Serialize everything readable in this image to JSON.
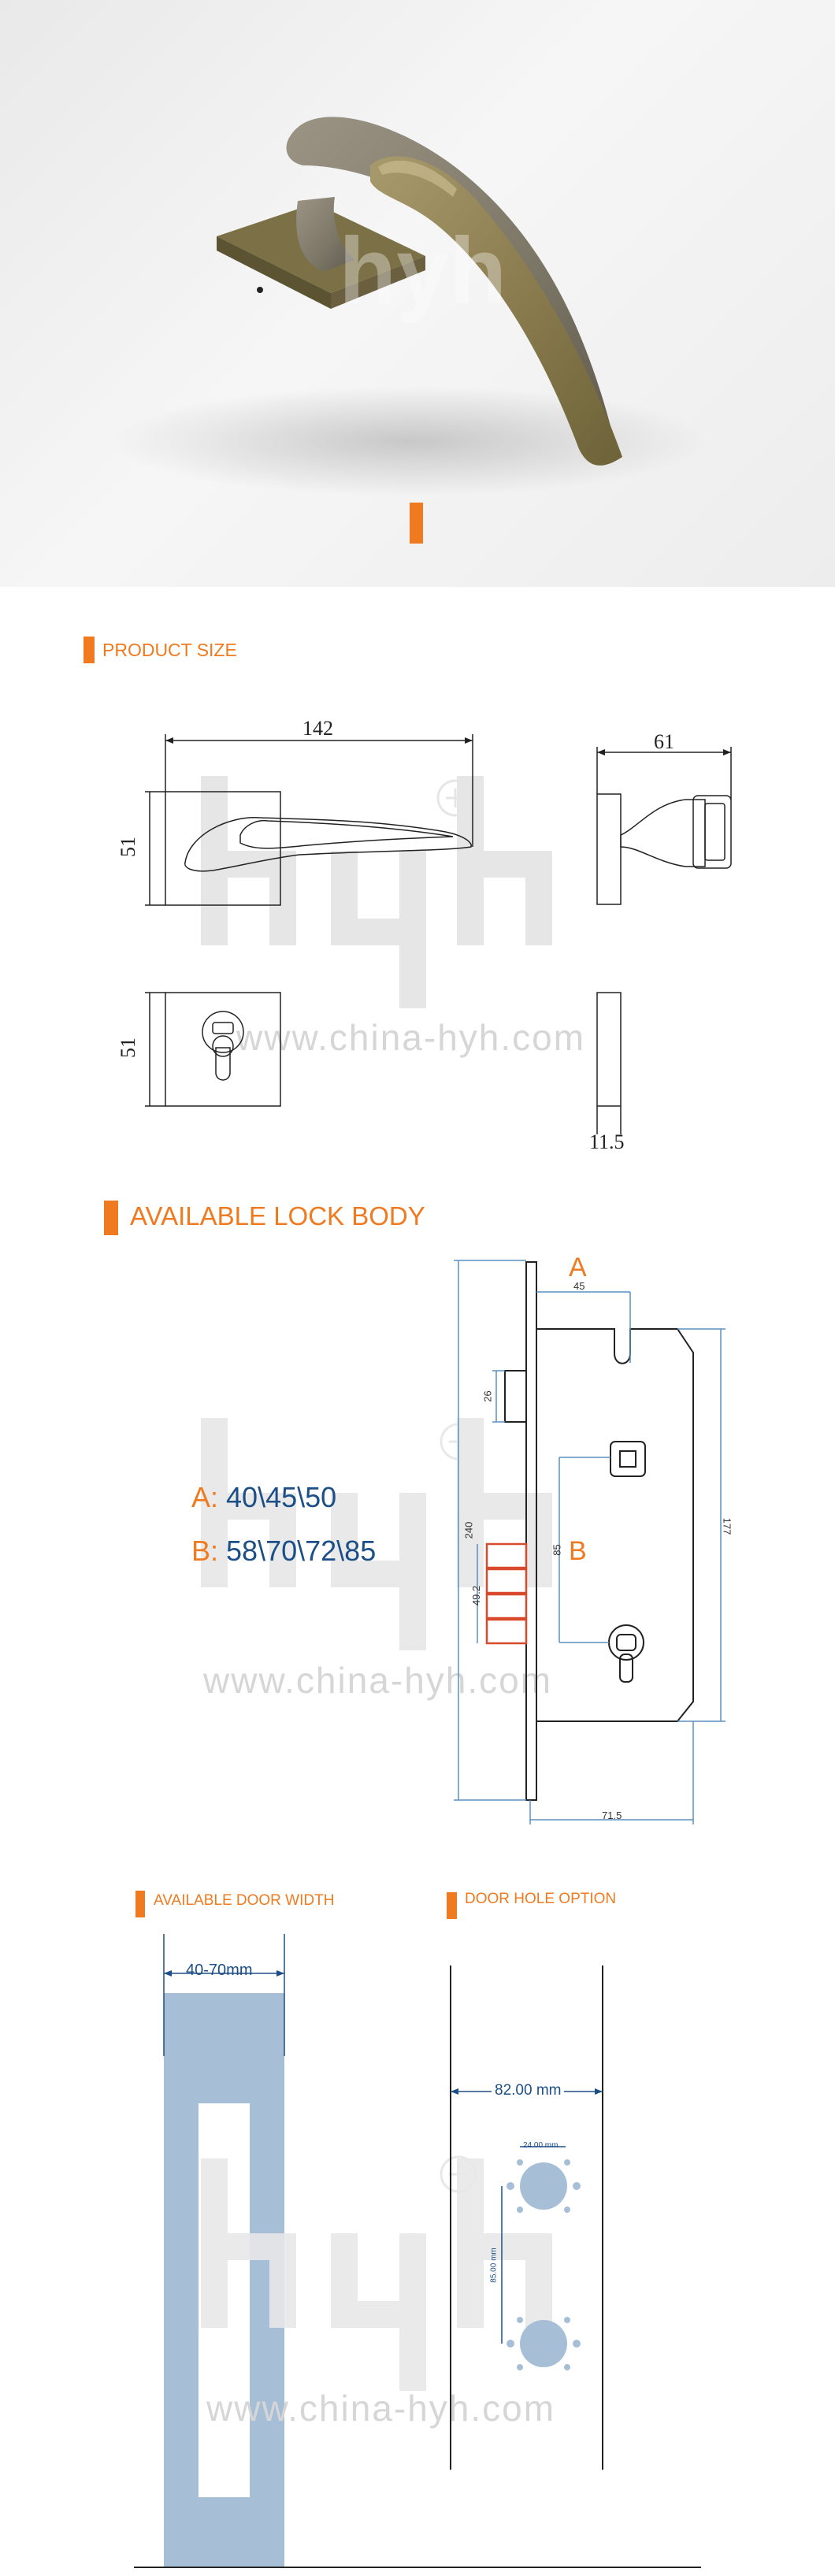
{
  "hero": {
    "watermark_text": "hyh"
  },
  "watermark": {
    "url": "www.china-hyh.com"
  },
  "product_size": {
    "title": "PRODUCT SIZE",
    "dims": {
      "length": "142",
      "depth": "61",
      "rose_height_top": "51",
      "rose_height_bottom": "51",
      "rose_thickness": "11.5"
    }
  },
  "lock_body": {
    "title": "AVAILABLE LOCK BODY",
    "spec_a_key": "A:",
    "spec_a_val": "40\\45\\50",
    "spec_b_key": "B:",
    "spec_b_val": "58\\70\\72\\85",
    "label_a": "A",
    "label_b": "B",
    "dims": {
      "backset": "45",
      "d26": "26",
      "h240": "240",
      "b85": "85",
      "d49": "49.2",
      "h177": "177",
      "w71": "71.5"
    }
  },
  "door_width": {
    "title": "AVAILABLE DOOR WIDTH",
    "range": "40-70mm"
  },
  "door_hole": {
    "title": "DOOR HOLE OPTION",
    "width": "82.00 mm",
    "hole_dia": "24.00 mm",
    "spacing": "85.00 mm"
  },
  "colors": {
    "accent": "#f07a1f",
    "spec_blue": "#1c4f87",
    "dim_blue": "#5b8fc0",
    "door_blue": "#a7bfd6"
  }
}
